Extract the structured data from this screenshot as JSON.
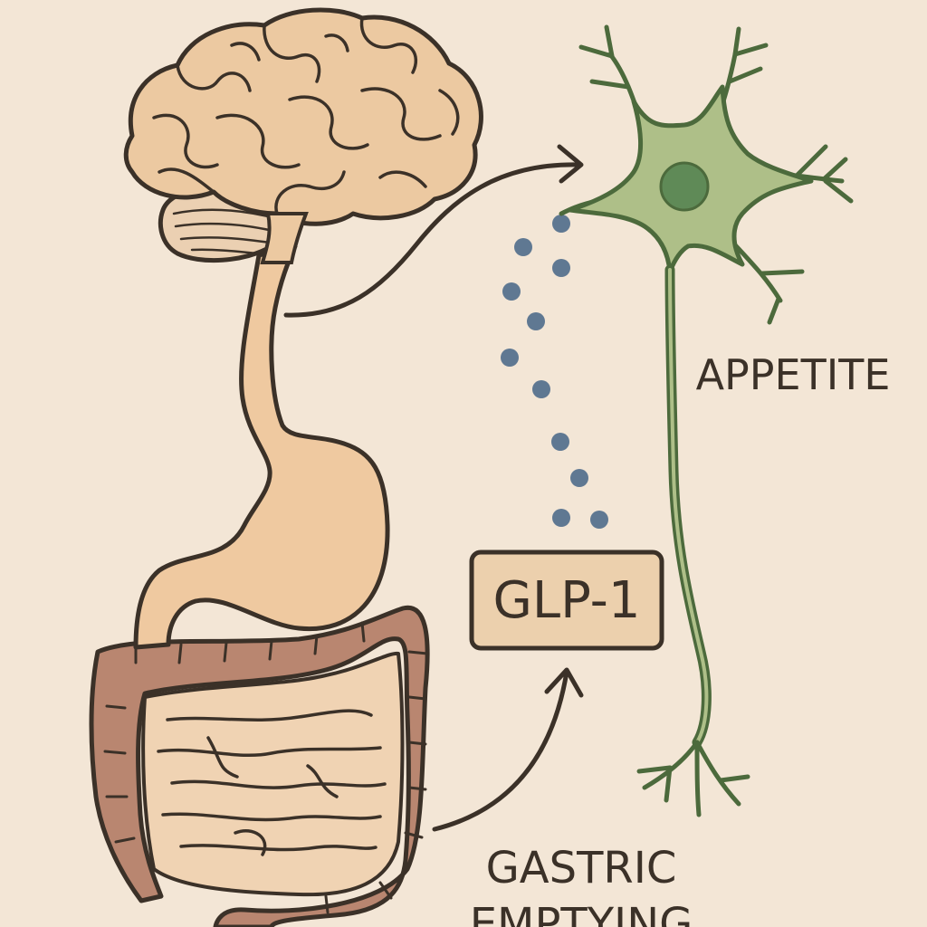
{
  "labels": {
    "appetite": "APPETITE",
    "hormone": "GLP-1",
    "gastric_line1": "GASTRIC",
    "gastric_line2": "EMPTYING"
  },
  "colors": {
    "background": "#f3e6d6",
    "ink": "#3b3128",
    "brain": "#ecc9a1",
    "esophagus_stomach": "#efc9a0",
    "small_intestine": "#f0d3b3",
    "large_intestine": "#b98670",
    "neuron_body": "#aebf88",
    "neuron_nucleus": "#5f8a57",
    "neuron_line": "#4c6a3c",
    "glp1_dots": "#5f7892",
    "glp1_box": "#ecd0ad"
  },
  "icons": {
    "brain": "brain-icon",
    "digestive_tract": "digestive-tract-icon",
    "neuron": "neuron-icon"
  }
}
